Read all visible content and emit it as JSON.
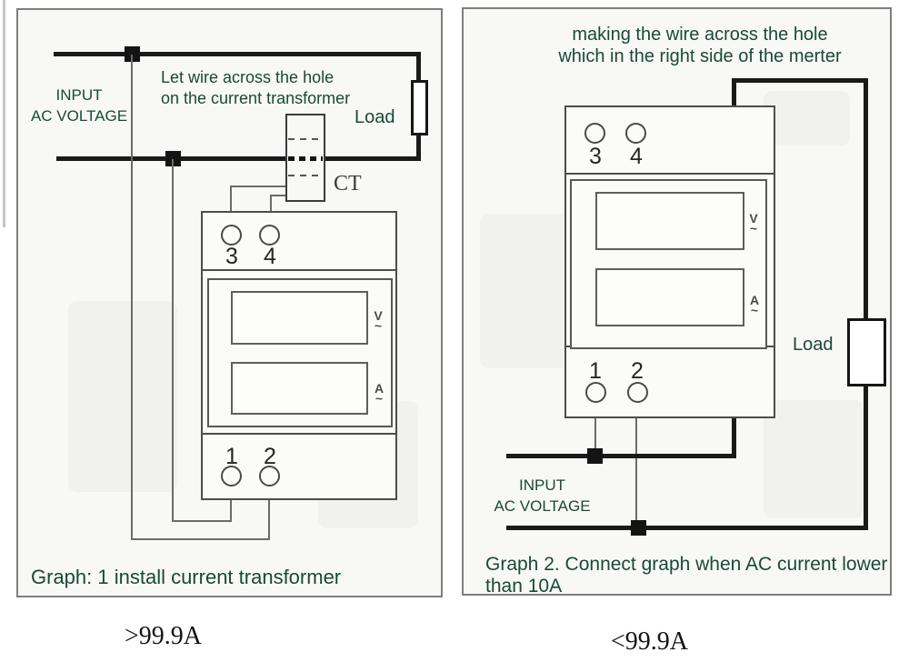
{
  "colors": {
    "annotation_green": "#194a36",
    "wire_black": "#1a1a1a",
    "thin_wire_gray": "#6b6b6b"
  },
  "left_panel": {
    "note_line1": "Let wire across the hole",
    "note_line2": "on the current transformer",
    "input_line1": "INPUT",
    "input_line2": "AC VOLTAGE",
    "load_label": "Load",
    "ct_label": "CT",
    "caption": "Graph: 1 install current transformer",
    "rating": ">99.9A",
    "meter": {
      "terminal_3": "3",
      "terminal_4": "4",
      "terminal_1": "1",
      "terminal_2": "2",
      "voltage_letter": "V",
      "voltage_tilde": "~",
      "current_letter": "A",
      "current_tilde": "~"
    }
  },
  "right_panel": {
    "note_line1": "making the wire across the hole",
    "note_line2": "which in the right side of the merter",
    "input_line1": "INPUT",
    "input_line2": "AC VOLTAGE",
    "load_label": "Load",
    "caption_line1": "Graph 2. Connect graph when AC current lower",
    "caption_line2": "than 10A",
    "rating": "<99.9A",
    "meter": {
      "terminal_3": "3",
      "terminal_4": "4",
      "terminal_1": "1",
      "terminal_2": "2",
      "voltage_letter": "V",
      "voltage_tilde": "~",
      "current_letter": "A",
      "current_tilde": "~"
    }
  }
}
